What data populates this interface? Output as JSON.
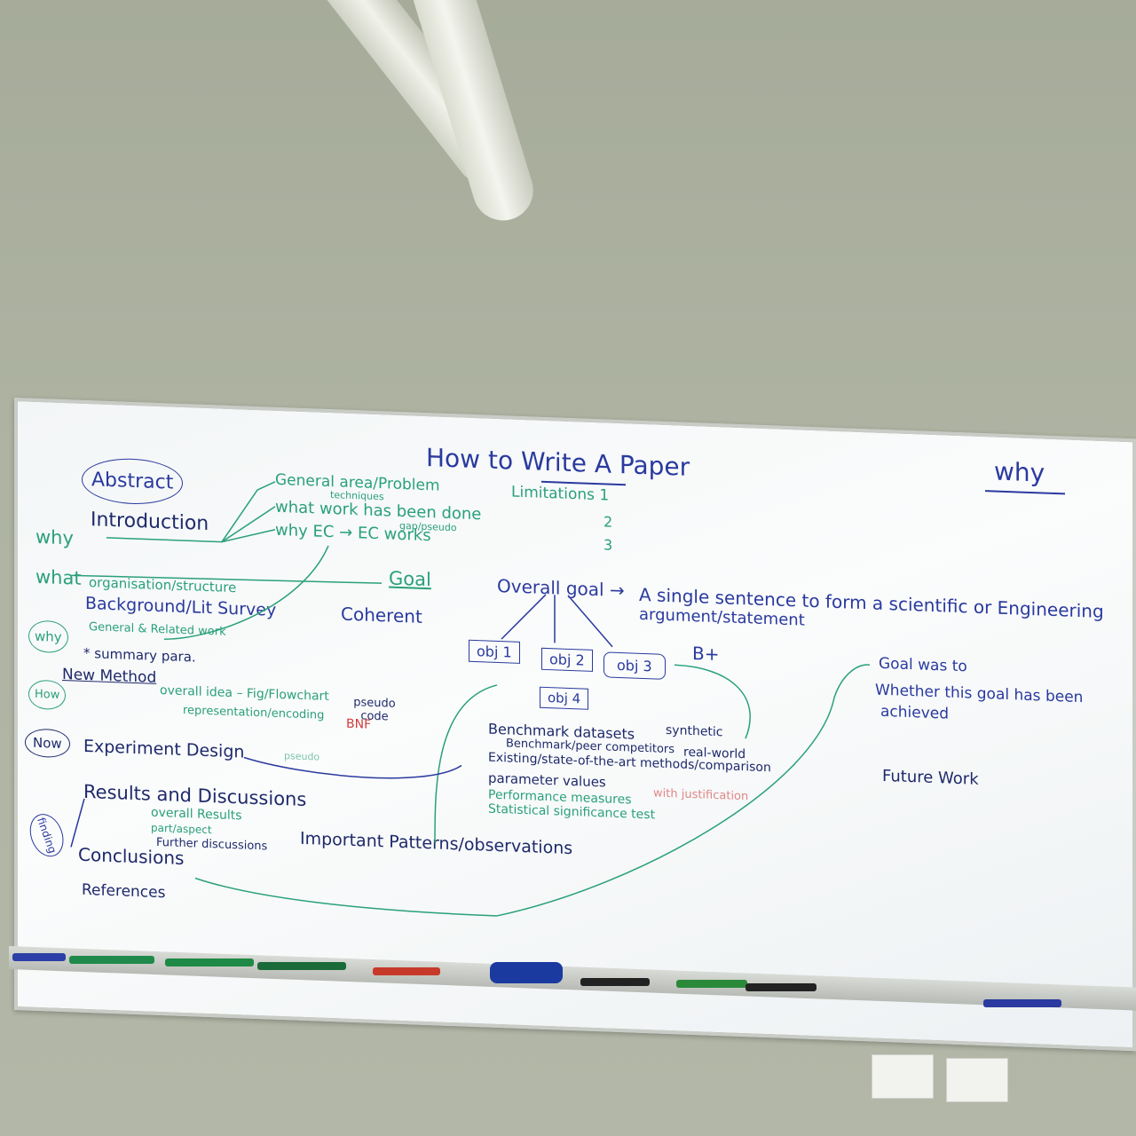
{
  "title": "How to Write A Paper",
  "corner_word": "why",
  "left_labels": {
    "why": "why",
    "what": "what",
    "why2": "why",
    "how": "How",
    "now": "Now",
    "finding": "finding"
  },
  "sections": {
    "abstract": "Abstract",
    "introduction": "Introduction",
    "organisation": "organisation/structure",
    "background": "Background/Lit Survey",
    "general_related": "General & Related work",
    "summary": "* summary para.",
    "new_method": "New Method",
    "experiment": "Experiment Design",
    "results": "Results and Discussions",
    "conclusions": "Conclusions",
    "references": "References"
  },
  "intro_branches": {
    "general": "General area/Problem",
    "techniques": "techniques",
    "what_work": "what work has been done",
    "gap": "gap/pseudo",
    "why_ec": "why EC → EC works",
    "limitations": "Limitations 1",
    "two": "2",
    "three": "3"
  },
  "goal": {
    "goal_word": "Goal",
    "coherent": "Coherent",
    "overall_goal": "Overall goal →",
    "sentence": "A single sentence to form a scientific or Engineering",
    "statement": "argument/statement",
    "grade": "B+"
  },
  "objectives": [
    "obj 1",
    "obj 2",
    "obj 3",
    "obj 4"
  ],
  "experiment_items": {
    "benchmark": "Benchmark datasets",
    "synthetic": "synthetic",
    "real_world": "real-world",
    "competitors": "Benchmark/peer competitors",
    "existing": "Existing/state-of-the-art methods/comparison",
    "params": "parameter values",
    "justification": "with justification",
    "performance": "Performance measures",
    "significance": "Statistical significance test"
  },
  "method_items": {
    "overall_idea": "overall idea – Fig/Flowchart",
    "pseudo": "pseudo code",
    "representation": "representation/encoding",
    "bnf": "BNF",
    "pseudo2": "pseudo"
  },
  "results_items": {
    "overall_results": "overall Results",
    "part": "part/aspect",
    "further": "Further discussions",
    "patterns": "Important Patterns/observations"
  },
  "conclusion_items": {
    "goal_was": "Goal was to",
    "whether": "Whether this goal has been",
    "achieved": "achieved",
    "future": "Future Work"
  }
}
